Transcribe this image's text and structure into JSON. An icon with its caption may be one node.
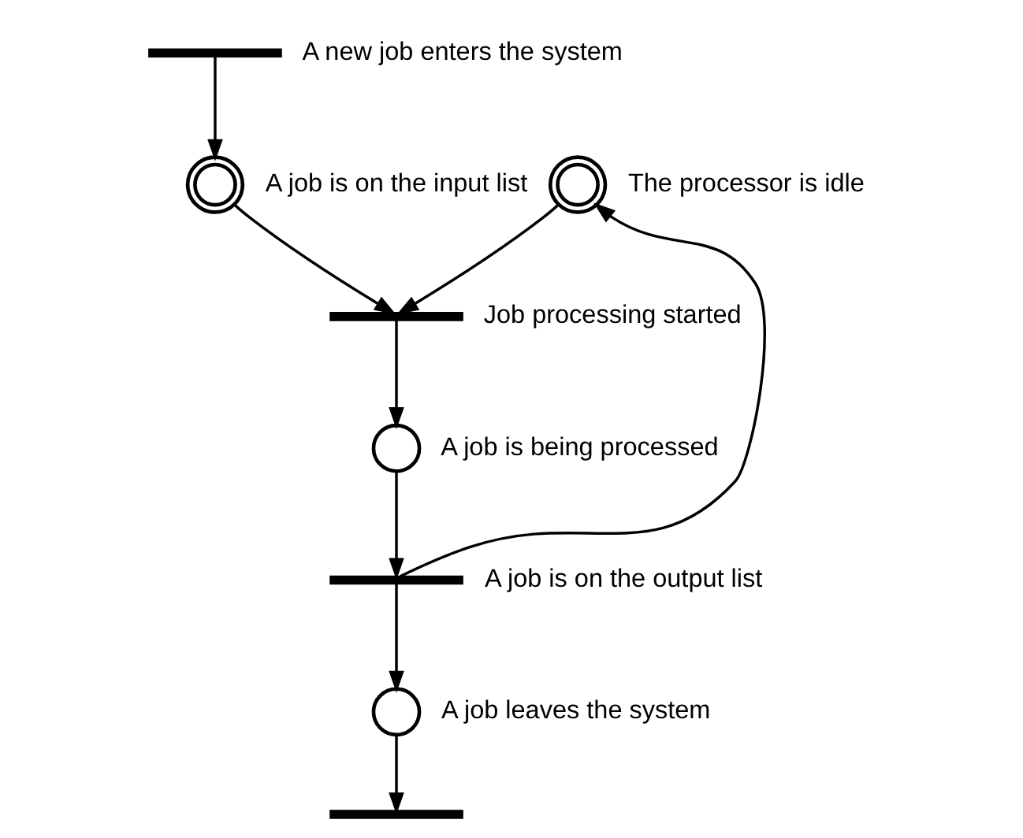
{
  "diagram": {
    "nodes": [
      {
        "text": [],
        "shape": "bar",
        "beside": [
          "A new job enters the system"
        ]
      },
      {
        "text": [],
        "shape": "token",
        "beside": [
          "A job is on the input list"
        ]
      },
      {
        "text": [],
        "shape": "token",
        "beside": [
          "The processor is idle"
        ]
      },
      {
        "text": [],
        "shape": "bar",
        "beside": [
          "Job processing started"
        ]
      },
      {
        "text": [],
        "shape": "circle",
        "beside": [
          "A job is being processed"
        ]
      },
      {
        "text": [],
        "shape": "bar",
        "beside": [
          "A job is on the output list"
        ]
      },
      {
        "text": [],
        "shape": "circle",
        "beside": [
          "A job leaves the system"
        ]
      },
      {
        "text": [],
        "shape": "bar"
      }
    ],
    "edges": [
      {
        "from": 0,
        "to": 1,
        "arrow": "to"
      },
      {
        "from": 1,
        "to": 3,
        "arrow": "to"
      },
      {
        "from": 2,
        "to": 3,
        "arrow": "to"
      },
      {
        "from": 3,
        "to": 4,
        "arrow": "to"
      },
      {
        "from": 4,
        "to": 5,
        "arrow": "to"
      },
      {
        "from": 5,
        "to": 6,
        "arrow": "to"
      },
      {
        "from": 5,
        "to": 2,
        "arrow": "to"
      },
      {
        "from": 6,
        "to": 7,
        "arrow": "to"
      }
    ]
  }
}
